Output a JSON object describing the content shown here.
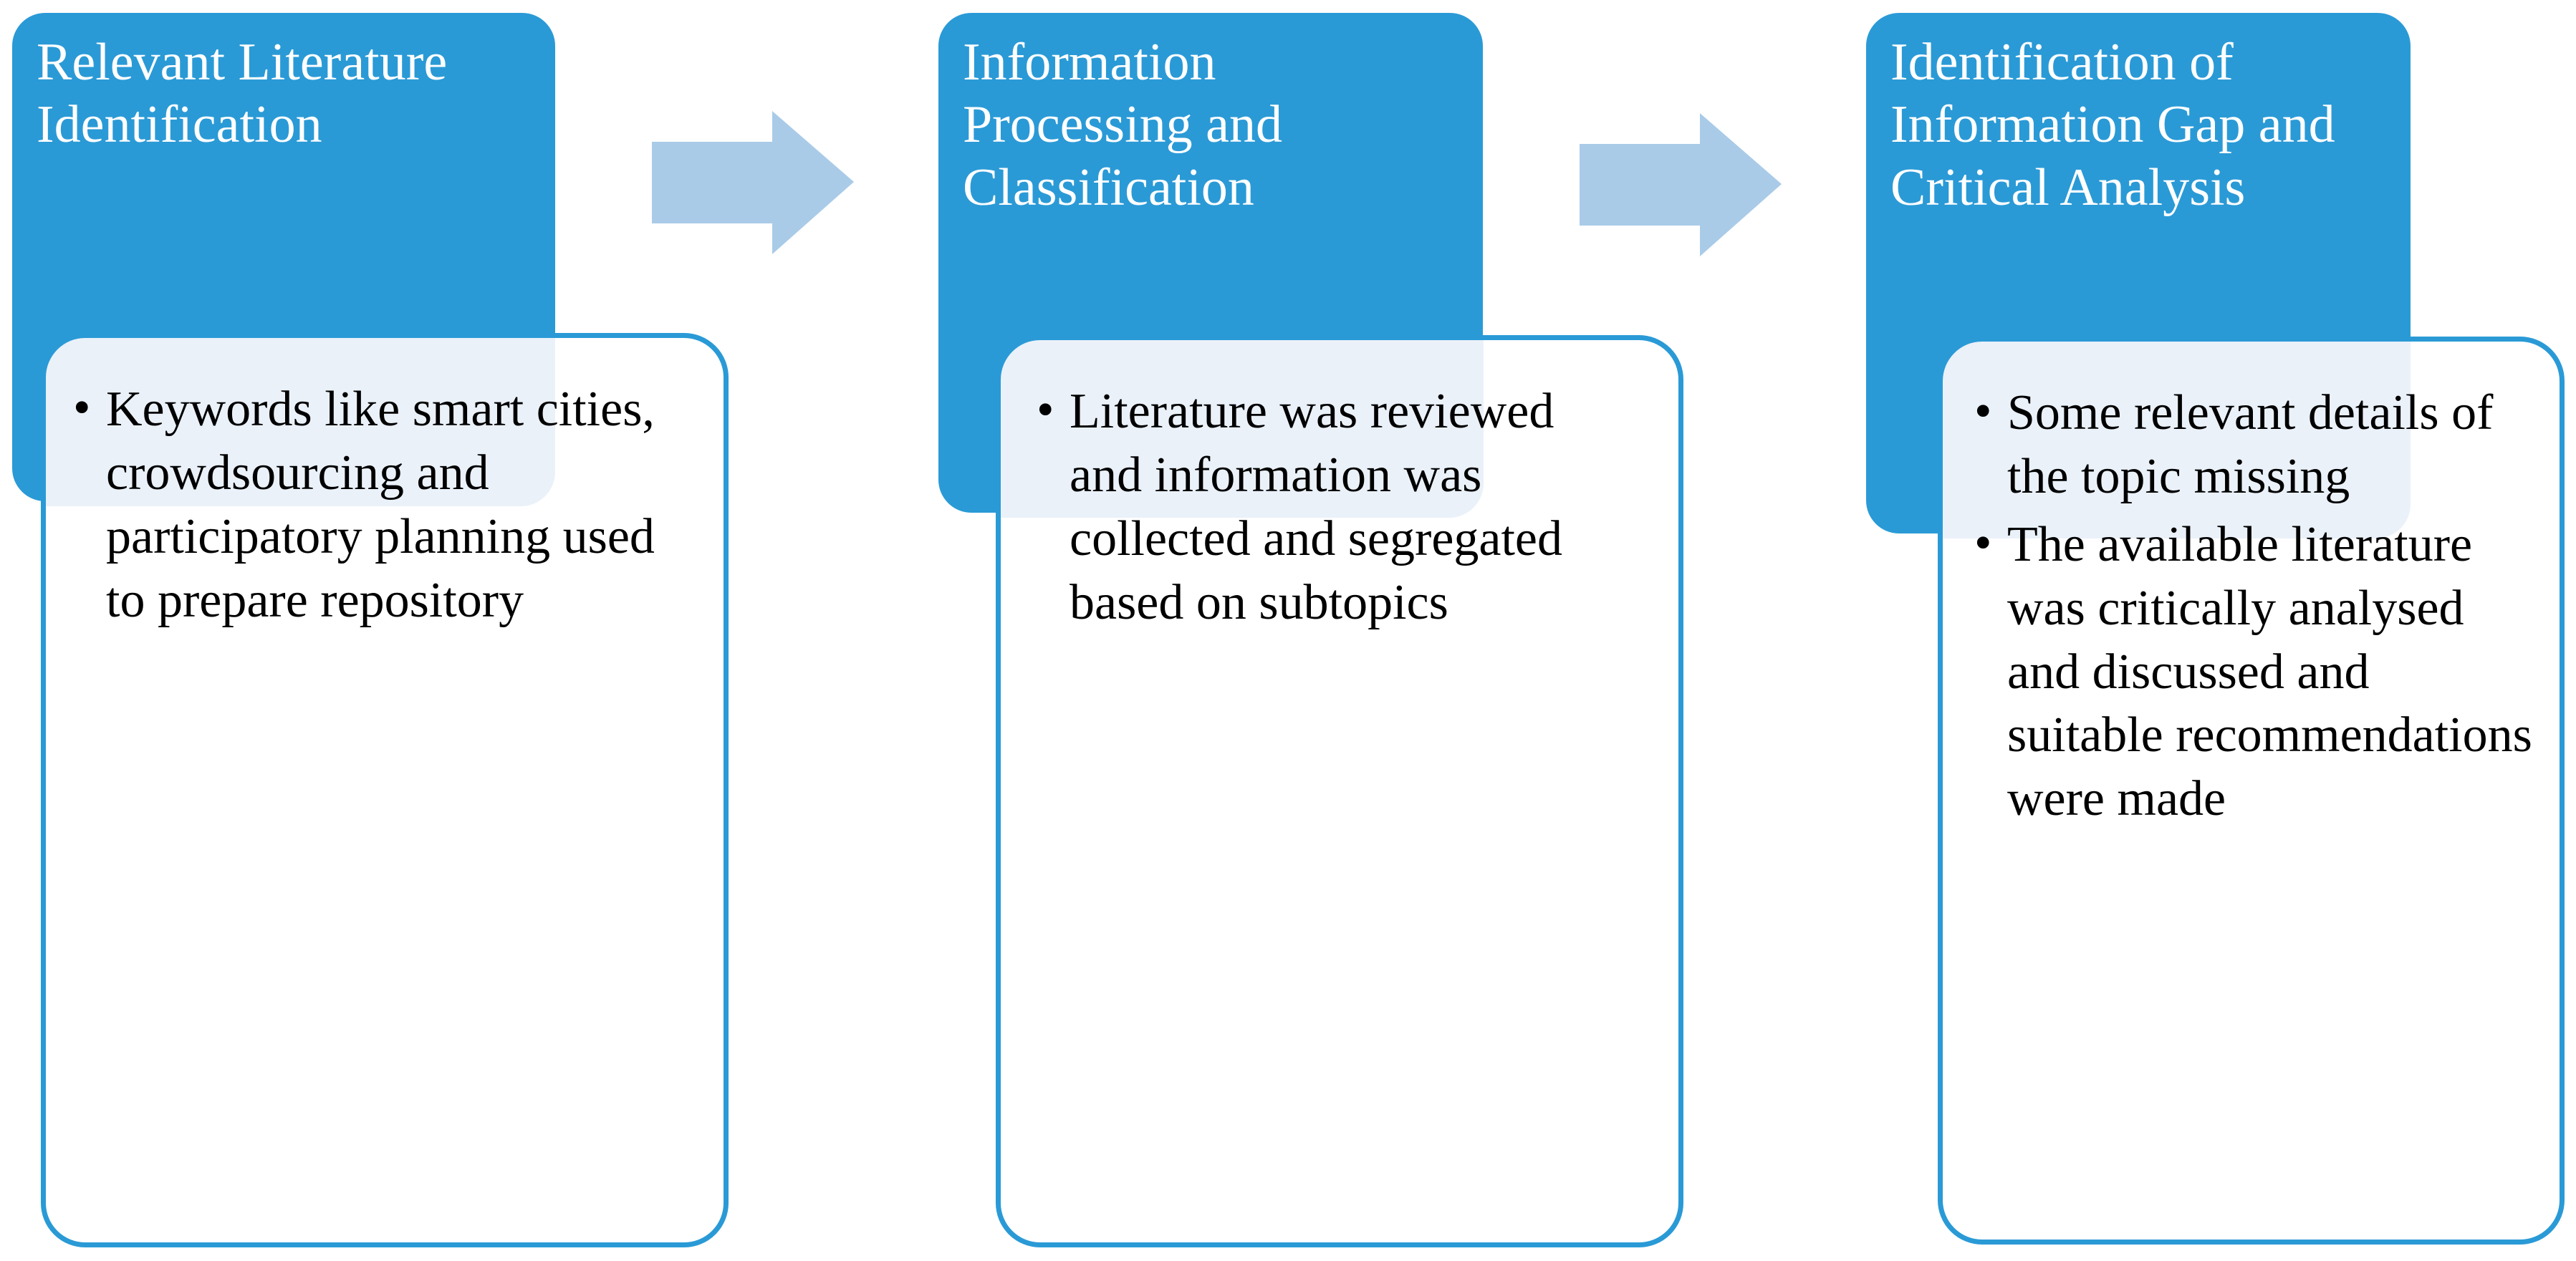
{
  "diagram": {
    "title": "Research methodology three-stage flow",
    "colors": {
      "primary_blue": "#2a9ad6",
      "arrow_blue": "#a9cbe8",
      "overlap_wash": "#eaf1f9",
      "text_on_blue": "#ffffff",
      "body_text": "#000000"
    },
    "stages": [
      {
        "id": "stage-1",
        "header": "Relevant Literature Identification",
        "bullets": [
          "Keywords like smart cities, crowdsourcing and participatory planning used to prepare repository"
        ]
      },
      {
        "id": "stage-2",
        "header": "Information Processing and Classification",
        "bullets": [
          "Literature was reviewed and information was collected and segregated based on subtopics"
        ]
      },
      {
        "id": "stage-3",
        "header": "Identification of Information Gap and Critical Analysis",
        "bullets": [
          "Some relevant details of the topic missing",
          "The available literature was critically analysed and discussed and suitable recommendations were made"
        ]
      }
    ],
    "connectors": [
      {
        "id": "arrow-1",
        "icon": "right-arrow-icon",
        "from": "stage-1",
        "to": "stage-2"
      },
      {
        "id": "arrow-2",
        "icon": "right-arrow-icon",
        "from": "stage-2",
        "to": "stage-3"
      }
    ]
  }
}
